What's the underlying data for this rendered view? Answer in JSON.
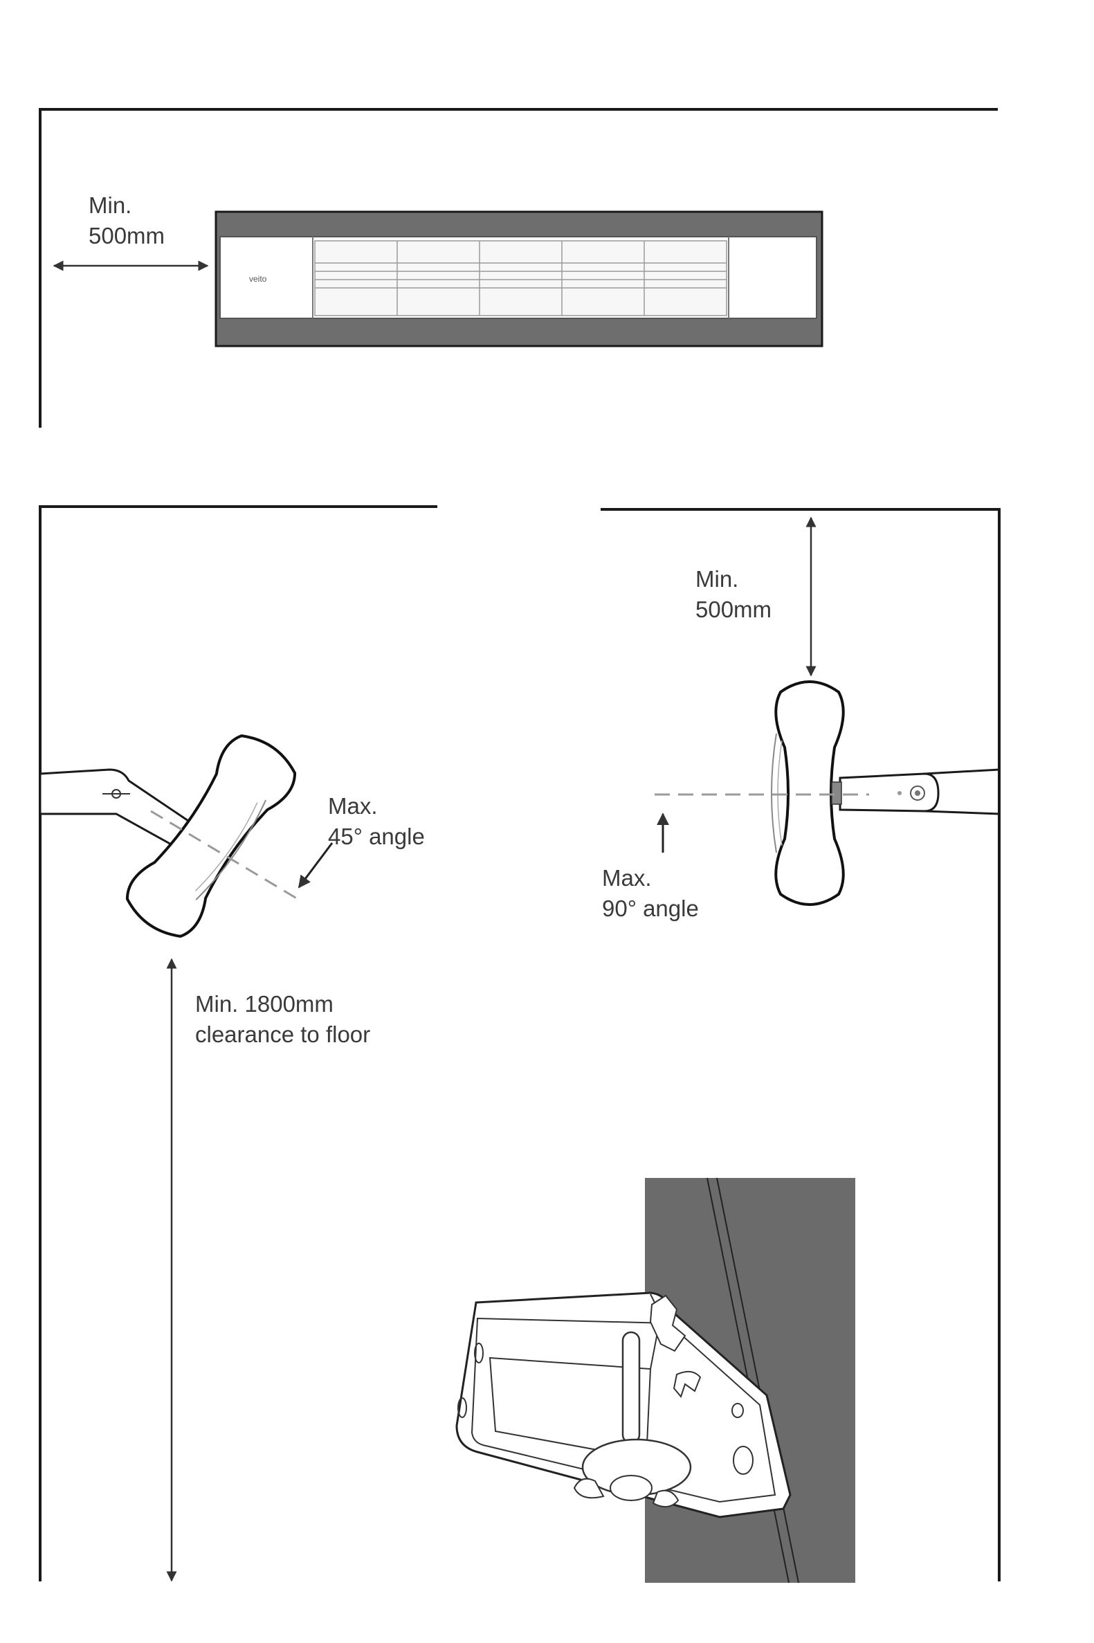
{
  "top_view": {
    "label_line1": "Min.",
    "label_line2": "500mm",
    "brand": "veito"
  },
  "side_view": {
    "ceiling_label_line1": "Min.",
    "ceiling_label_line2": "500mm",
    "angle45_line1": "Max.",
    "angle45_line2": "45° angle",
    "angle90_line1": "Max.",
    "angle90_line2": "90° angle",
    "floor_label_line1": "Min. 1800mm",
    "floor_label_line2": "clearance to floor"
  },
  "colors": {
    "line": "#1a1a1a",
    "heater_band": "#6e6e6e",
    "wall_panel": "#6b6b6b",
    "dashed": "#9a9a9a",
    "text": "#3a3a3a"
  }
}
